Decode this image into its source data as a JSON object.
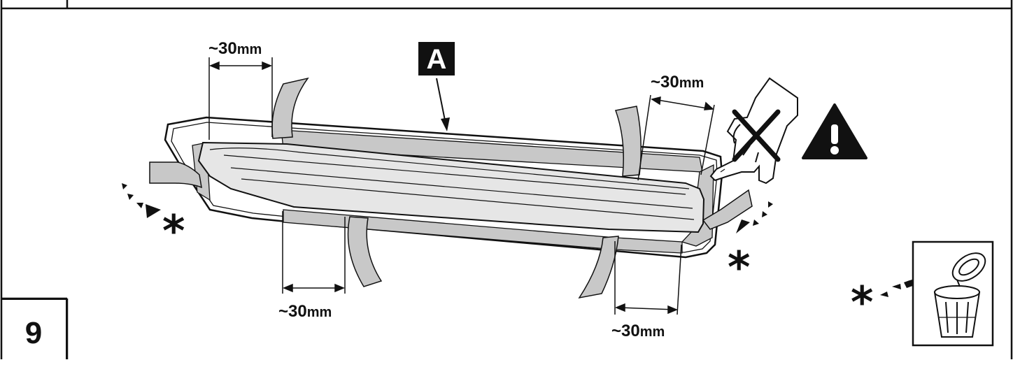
{
  "step_number": "9",
  "callout_label": "A",
  "dimensions": {
    "top_left": {
      "value": "~30",
      "unit": "mm"
    },
    "top_right": {
      "value": "~30",
      "unit": "mm"
    },
    "bottom_left": {
      "value": "~30",
      "unit": "mm"
    },
    "bottom_right": {
      "value": "~30",
      "unit": "mm"
    }
  },
  "marks": {
    "asterisk_left": "*",
    "asterisk_right": "*",
    "asterisk_bin": "*"
  },
  "icons": {
    "warning": "warning-triangle-icon",
    "no_touch": "hand-with-x-icon",
    "disposal": "trash-bin-icon",
    "peel_arrows": "dashed-arrow-icon"
  },
  "colors": {
    "line": "#111111",
    "tape": "#c8c8c8",
    "lens_gray": "#e6e6e6",
    "background": "#ffffff"
  }
}
